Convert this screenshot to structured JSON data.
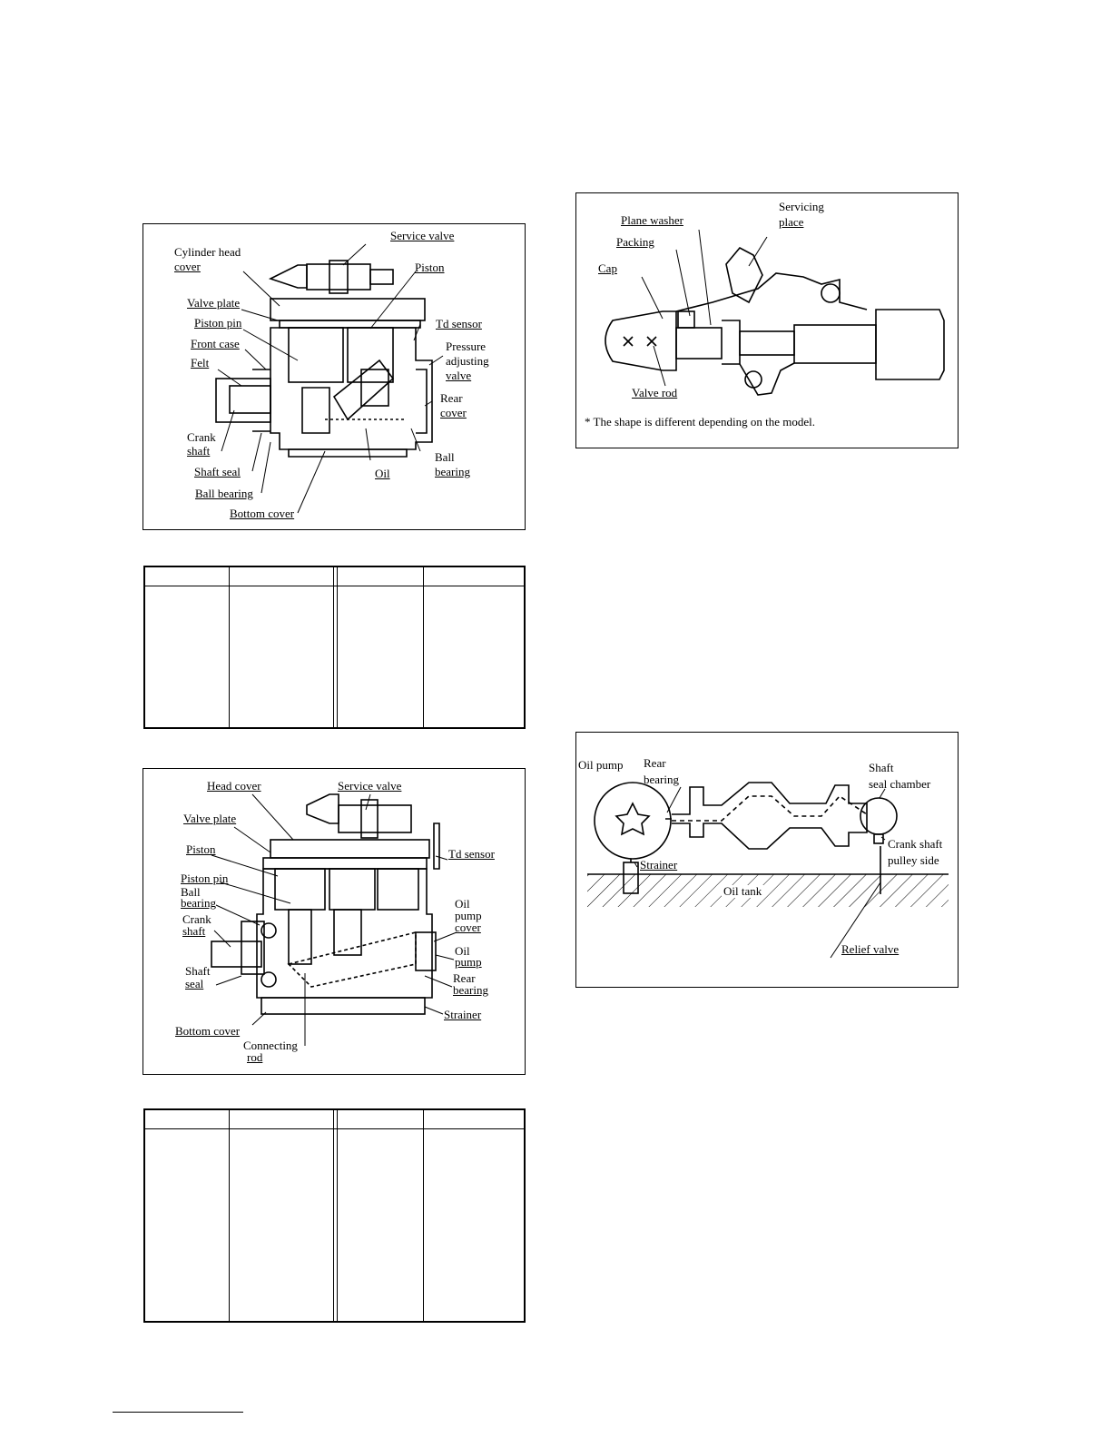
{
  "figure1": {
    "labels": {
      "service_valve": "Service valve",
      "cylinder_head_cover_1": "Cylinder head",
      "cylinder_head_cover_2": "cover",
      "piston": "Piston",
      "valve_plate": "Valve plate",
      "td_sensor": "Td sensor",
      "piston_pin": "Piston pin",
      "front_case": "Front case",
      "pressure_1": "Pressure",
      "pressure_2": "adjusting",
      "pressure_3": "valve",
      "felt": "Felt",
      "rear_cover_1": "Rear",
      "rear_cover_2": "cover",
      "crank_shaft_1": "Crank",
      "crank_shaft_2": "shaft",
      "ball_bearing_r1": "Ball",
      "ball_bearing_r2": "bearing",
      "shaft_seal": "Shaft seal",
      "oil": "Oil",
      "ball_bearing": "Ball bearing",
      "bottom_cover": "Bottom cover"
    }
  },
  "figure2": {
    "labels": {
      "plane_washer": "Plane washer",
      "servicing_1": "Servicing",
      "servicing_2": "place",
      "packing": "Packing",
      "cap": "Cap",
      "valve_rod": "Valve rod"
    },
    "note": "* The shape is different depending on the model."
  },
  "figure3": {
    "labels": {
      "head_cover": "Head cover",
      "service_valve": "Service valve",
      "valve_plate": "Valve plate",
      "piston": "Piston",
      "td_sensor": "Td sensor",
      "piston_pin": "Piston pin",
      "ball_bearing_1": "Ball",
      "ball_bearing_2": "bearing",
      "oil_pump_cover_1": "Oil",
      "oil_pump_cover_2": "pump",
      "oil_pump_cover_3": "cover",
      "crank_shaft_1": "Crank",
      "crank_shaft_2": "shaft",
      "oil_pump_1": "Oil",
      "oil_pump_2": "pump",
      "shaft_seal_1": "Shaft",
      "shaft_seal_2": "seal",
      "rear_bearing_1": "Rear",
      "rear_bearing_2": "bearing",
      "strainer": "Strainer",
      "bottom_cover": "Bottom cover",
      "connecting_rod_1": "Connecting",
      "connecting_rod_2": "rod"
    }
  },
  "figure4": {
    "labels": {
      "oil_pump": "Oil pump",
      "rear_bearing_1": "Rear",
      "rear_bearing_2": "bearing",
      "shaft_seal_1": "Shaft",
      "shaft_seal_2": "seal chamber",
      "crank_shaft_1": "Crank shaft",
      "crank_shaft_2": "pulley side",
      "strainer": "Strainer",
      "oil_tank": "Oil tank",
      "relief_valve": "Relief valve"
    }
  }
}
